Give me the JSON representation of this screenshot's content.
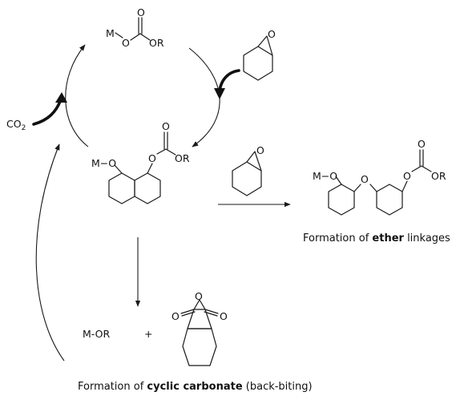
{
  "atoms": {
    "metal": "M",
    "oxygen": "O",
    "r_group": "OR",
    "metal_bond": "M−O"
  },
  "reagents": {
    "co2_main": "CO",
    "co2_subscript": "2",
    "metal_alkoxide": "M-OR",
    "plus": "+"
  },
  "captions": {
    "ether": {
      "pre": "Formation of ",
      "bold": "ether",
      "post": " linkages"
    },
    "carbonate": {
      "pre": "Formation of ",
      "bold": "cyclic carbonate",
      "post": " (back-biting)"
    }
  }
}
